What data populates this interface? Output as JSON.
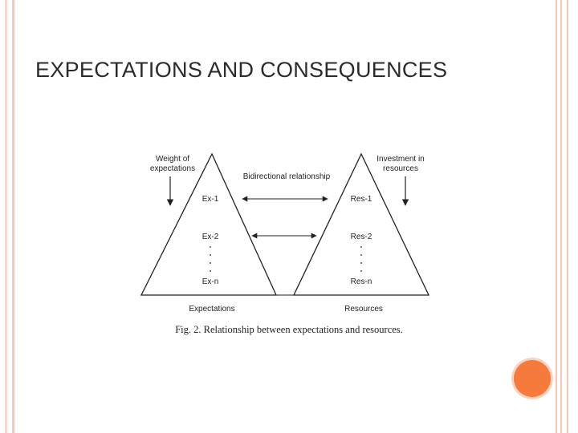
{
  "slide": {
    "title": "EXPECTATIONS AND CONSEQUENCES",
    "accent_color": "#f57a3c",
    "border_color": "#f6c8b6"
  },
  "diagram": {
    "left_label_top": [
      "Weight of",
      "expectations"
    ],
    "right_label_top": [
      "Investment in",
      "resources"
    ],
    "center_label": "Bidirectional relationship",
    "left_items": [
      "Ex-1",
      "Ex-2",
      "Ex-n"
    ],
    "right_items": [
      "Res-1",
      "Res-2",
      "Res-n"
    ],
    "left_bottom_label": "Expectations",
    "right_bottom_label": "Resources",
    "caption": "Fig. 2.  Relationship between expectations and resources."
  }
}
